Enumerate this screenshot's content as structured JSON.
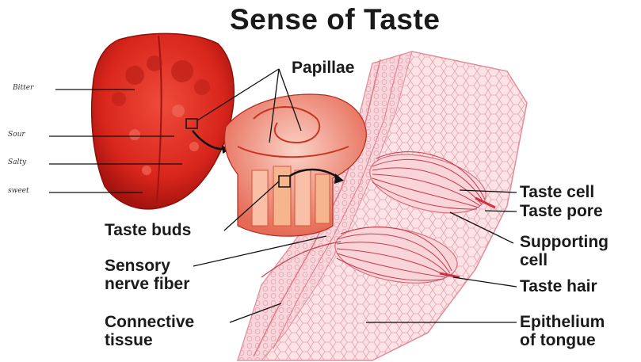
{
  "title": "Sense of Taste",
  "tongue_regions": {
    "bitter": "Bitter",
    "sour": "Sour",
    "salty": "Salty",
    "sweet": "sweet"
  },
  "labels": {
    "papillae": "Papillae",
    "taste_buds": "Taste buds",
    "sensory_nerve_fiber_1": "Sensory",
    "sensory_nerve_fiber_2": "nerve fiber",
    "connective_tissue_1": "Connective",
    "connective_tissue_2": "tissue",
    "taste_cell": "Taste cell",
    "taste_pore": "Taste pore",
    "supporting_cell_1": "Supporting",
    "supporting_cell_2": "cell",
    "taste_hair": "Taste hair",
    "epithelium_1": "Epithelium",
    "epithelium_2": "of tongue"
  },
  "colors": {
    "tongue": "#d9261c",
    "tongue_dark": "#a5130f",
    "tissue_pink": "#f4c6cc",
    "tissue_light": "#fbe3e6",
    "leader": "#111111"
  }
}
